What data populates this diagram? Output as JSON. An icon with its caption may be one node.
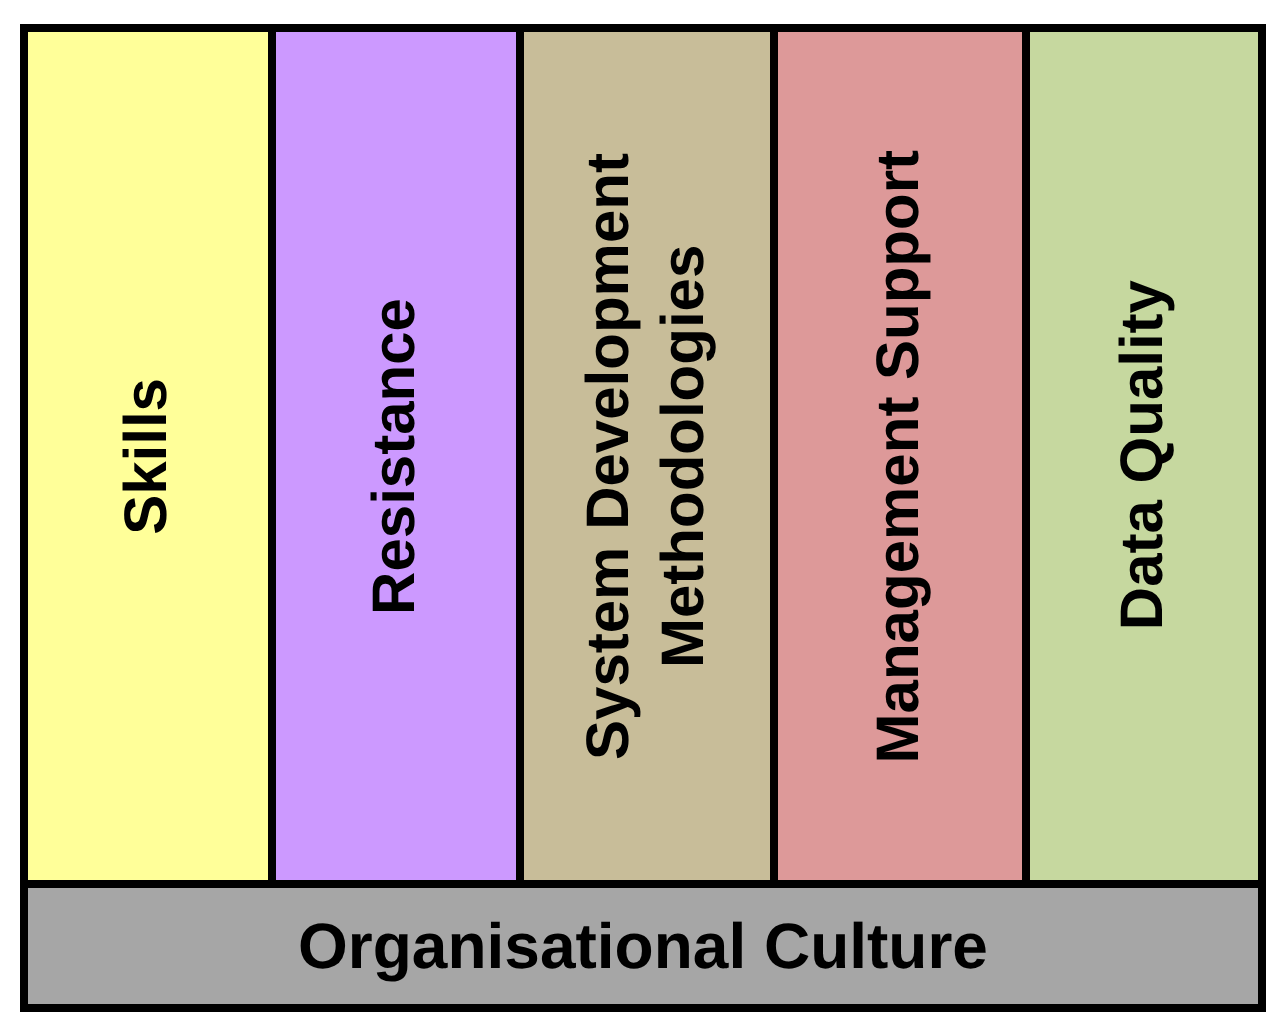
{
  "diagram": {
    "nodes": [
      {
        "text": [
          "Skills"
        ]
      },
      {
        "text": [
          "Resistance"
        ]
      },
      {
        "text": [
          "System Development Methodologies"
        ]
      },
      {
        "text": [
          "Management Support"
        ]
      },
      {
        "text": [
          "Data Quality"
        ]
      },
      {
        "text": [
          "Organisational Culture"
        ]
      }
    ]
  }
}
